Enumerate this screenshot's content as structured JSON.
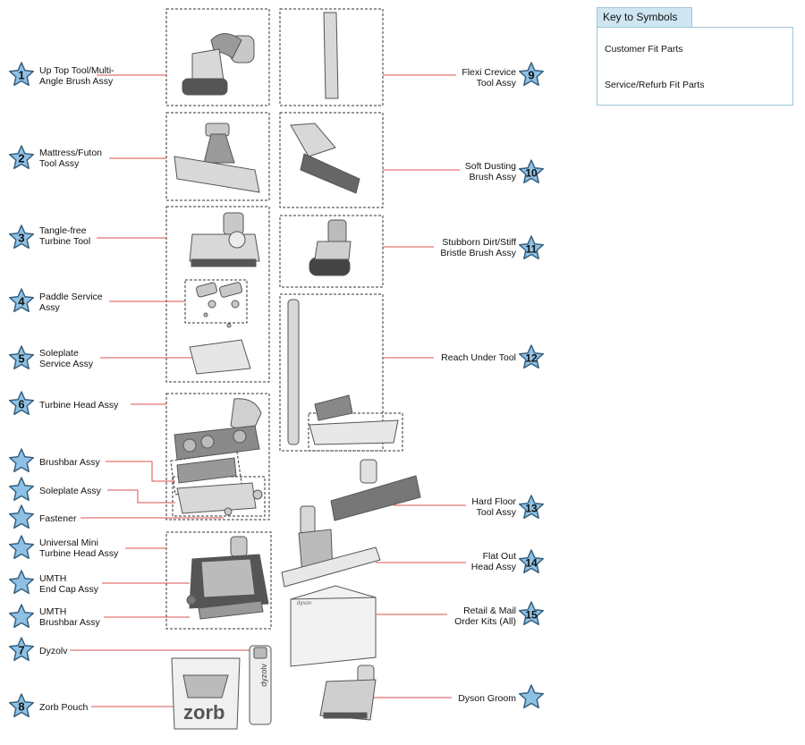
{
  "key": {
    "title": "Key to Symbols",
    "customer_label": "Customer Fit Parts",
    "service_label": "Service/Refurb Fit Parts"
  },
  "colors": {
    "star_fill": "#8fc1e4",
    "star_stroke": "#35607f",
    "leader": "#d9534f",
    "box_border": "#333333",
    "part_fill": "#c8c8c8",
    "part_stroke": "#555555"
  },
  "parts": [
    {
      "num": "1",
      "label": "Up Top Tool/Multi-\nAngle Brush Assy"
    },
    {
      "num": "2",
      "label": "Mattress/Futon\nTool Assy"
    },
    {
      "num": "3",
      "label": "Tangle-free\nTurbine Tool"
    },
    {
      "num": "4",
      "label": "Paddle Service\nAssy"
    },
    {
      "num": "5",
      "label": "Soleplate\nService Assy"
    },
    {
      "num": "6",
      "label": "Turbine Head Assy"
    },
    {
      "num": "",
      "label": "Brushbar Assy"
    },
    {
      "num": "",
      "label": "Soleplate Assy"
    },
    {
      "num": "",
      "label": "Fastener"
    },
    {
      "num": "",
      "label": "Universal Mini\nTurbine Head Assy"
    },
    {
      "num": "",
      "label": "UMTH\nEnd Cap Assy"
    },
    {
      "num": "",
      "label": "UMTH\nBrushbar Assy"
    },
    {
      "num": "7",
      "label": "Dyzolv"
    },
    {
      "num": "8",
      "label": "Zorb Pouch"
    },
    {
      "num": "9",
      "label": "Flexi Crevice\nTool Assy"
    },
    {
      "num": "10",
      "label": "Soft Dusting\nBrush Assy"
    },
    {
      "num": "11",
      "label": "Stubborn Dirt/Stiff\nBristle Brush Assy"
    },
    {
      "num": "12",
      "label": "Reach Under Tool"
    },
    {
      "num": "13",
      "label": "Hard Floor\nTool Assy"
    },
    {
      "num": "14",
      "label": "Flat Out\nHead Assy"
    },
    {
      "num": "15",
      "label": "Retail & Mail\nOrder Kits (All)"
    },
    {
      "num": "",
      "label": "Dyson Groom"
    }
  ],
  "product_text": {
    "dyzolv": "dyzolv",
    "zorb": "zorb",
    "dyson_small": "dyson"
  }
}
